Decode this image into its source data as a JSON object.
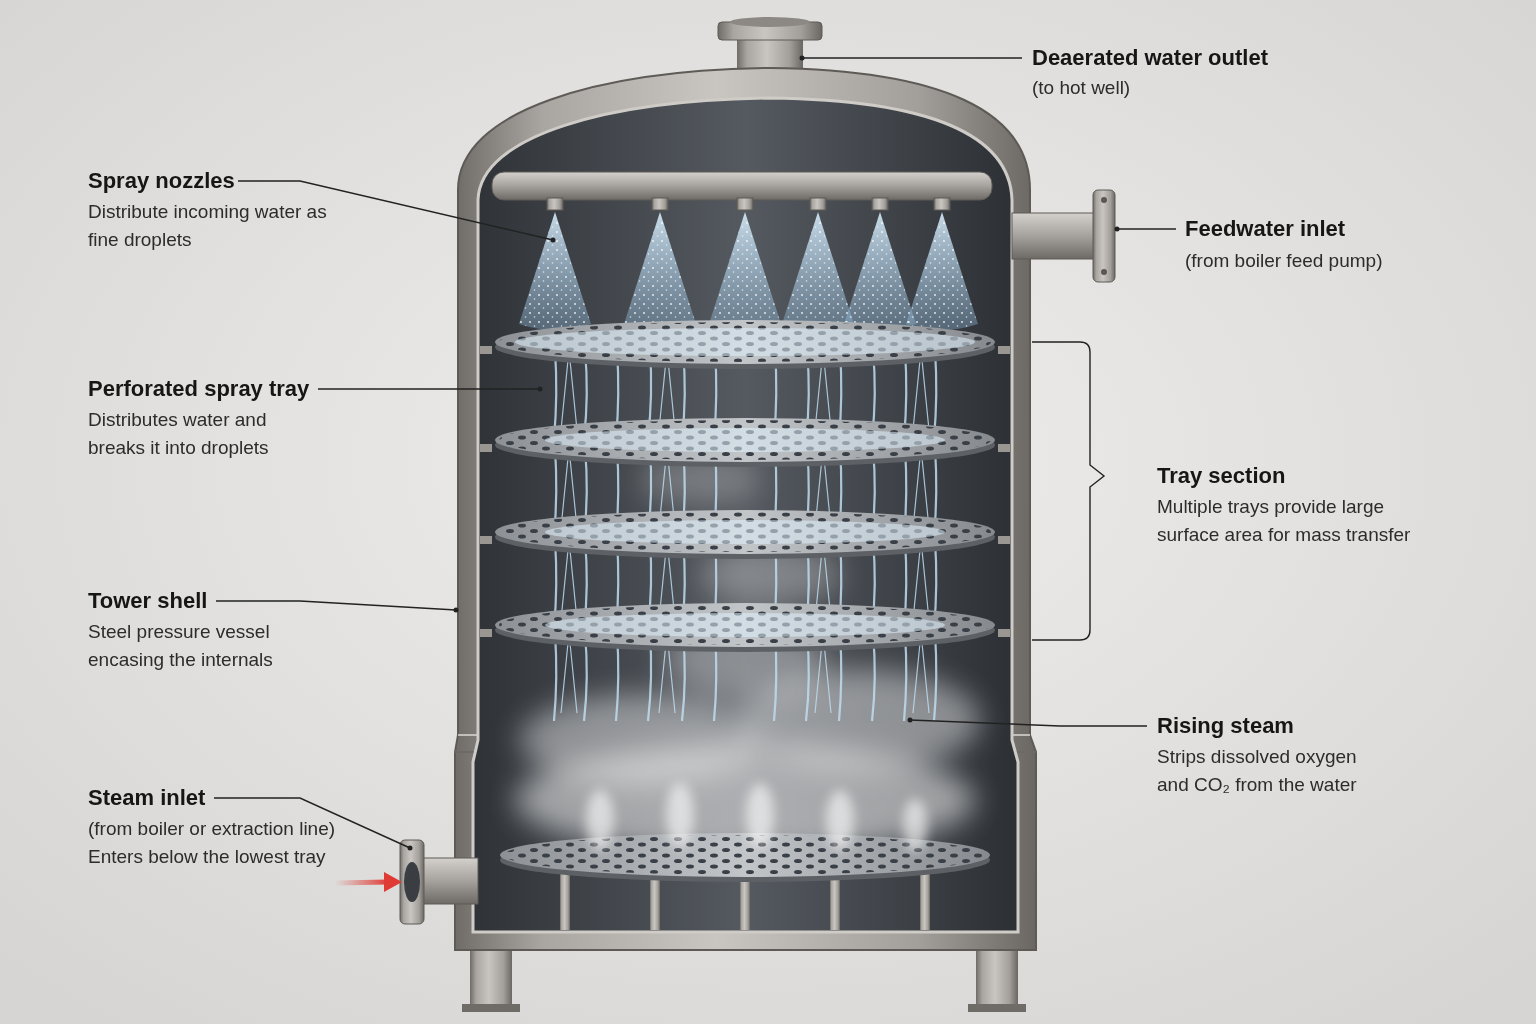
{
  "diagram": {
    "labels": [
      "Deaerated water outlet",
      "(to hot well)",
      "Spray nozzles",
      "Distribute incoming water as fine droplets",
      "Feedwater inlet",
      "(from boiler feed pump)",
      "Perforated spray tray",
      "Distributes water and breaks it into droplets",
      "Tray section",
      "Multiple trays provide large surface area for mass transfer",
      "Tower shell",
      "Steel pressure vessel encasing the internals",
      "Rising steam",
      "Strips dissolved oxygen and CO₂ from the water",
      "Steam inlet",
      "(from boiler or extraction line)",
      "Enters below the lowest tray"
    ]
  }
}
